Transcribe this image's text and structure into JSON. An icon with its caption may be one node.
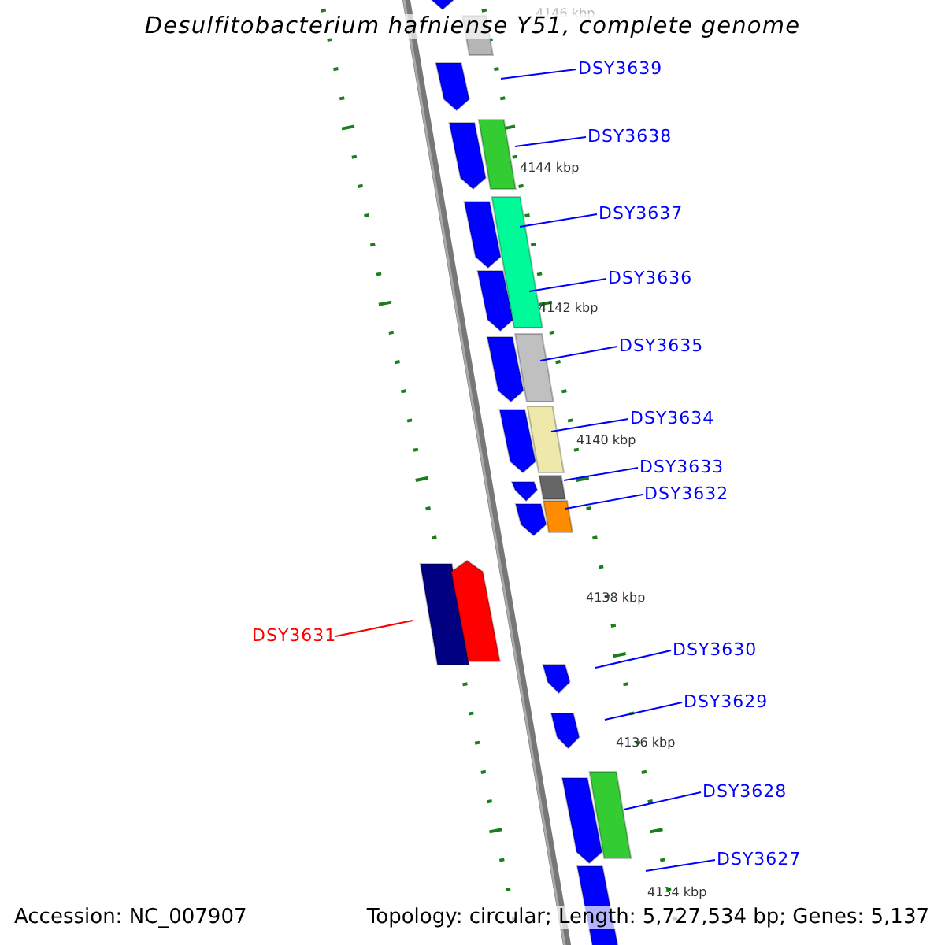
{
  "diagram": {
    "title": "Desulfitobacterium hafniense Y51, complete genome",
    "nodes": [
      {
        "text": [
          "DSY3639"
        ]
      },
      {
        "text": [
          "DSY3638"
        ]
      },
      {
        "text": [
          "DSY3637"
        ]
      },
      {
        "text": [
          "DSY3636"
        ]
      },
      {
        "text": [
          "DSY3635"
        ]
      },
      {
        "text": [
          "DSY3634"
        ]
      },
      {
        "text": [
          "DSY3633"
        ]
      },
      {
        "text": [
          "DSY3632"
        ]
      },
      {
        "text": [
          "DSY3631"
        ]
      },
      {
        "text": [
          "DSY3630"
        ]
      },
      {
        "text": [
          "DSY3629"
        ]
      },
      {
        "text": [
          "DSY3628"
        ]
      },
      {
        "text": [
          "DSY3627"
        ]
      }
    ],
    "edges": [
      {
        "from": 0,
        "to": null,
        "arrow": "none",
        "color": "#0000ff"
      },
      {
        "from": 1,
        "to": null,
        "arrow": "none",
        "color": "#0000ff"
      },
      {
        "from": 2,
        "to": null,
        "arrow": "none",
        "color": "#0000ff"
      },
      {
        "from": 3,
        "to": null,
        "arrow": "none",
        "color": "#0000ff"
      },
      {
        "from": 4,
        "to": null,
        "arrow": "none",
        "color": "#0000ff"
      },
      {
        "from": 5,
        "to": null,
        "arrow": "none",
        "color": "#0000ff"
      },
      {
        "from": 6,
        "to": null,
        "arrow": "none",
        "color": "#0000ff"
      },
      {
        "from": 7,
        "to": null,
        "arrow": "none",
        "color": "#0000ff"
      },
      {
        "from": 8,
        "to": null,
        "arrow": "none",
        "color": "#ff0000"
      },
      {
        "from": 9,
        "to": null,
        "arrow": "none",
        "color": "#0000ff"
      },
      {
        "from": 10,
        "to": null,
        "arrow": "none",
        "color": "#0000ff"
      },
      {
        "from": 11,
        "to": null,
        "arrow": "none",
        "color": "#0000ff"
      },
      {
        "from": 12,
        "to": null,
        "arrow": "none",
        "color": "#0000ff"
      }
    ],
    "labels": [
      "4146 kbp",
      "4144 kbp",
      "4142 kbp",
      "4140 kbp",
      "4138 kbp",
      "4136 kbp",
      "4134 kbp",
      "Accession: NC_007907",
      "Topology: circular; Length: 5,727,534 bp; Genes: 5,137"
    ]
  }
}
